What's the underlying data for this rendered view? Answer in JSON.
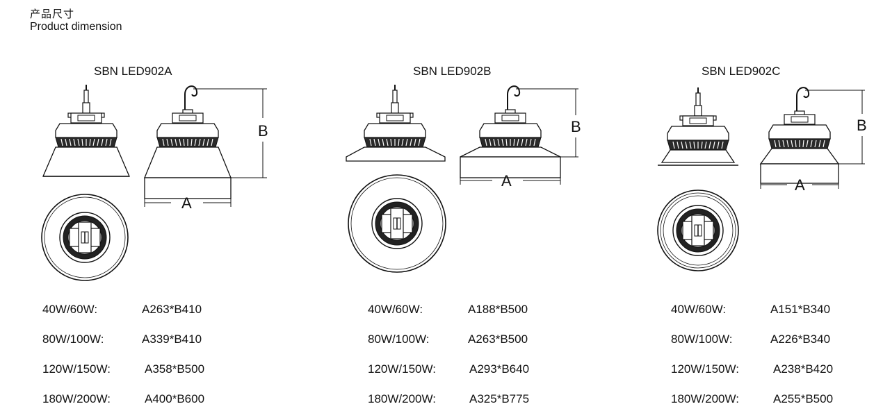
{
  "header": {
    "title_cn": "产品尺寸",
    "title_en": "Product dimension"
  },
  "dimension_labels": {
    "a": "A",
    "b": "B"
  },
  "models": [
    {
      "name": "SBN LED902A",
      "specs": [
        {
          "power": "40W/60W:",
          "size": "A263*B410"
        },
        {
          "power": "80W/100W:",
          "size": "A339*B410"
        },
        {
          "power": "120W/150W:",
          "size": "A358*B500"
        },
        {
          "power": "180W/200W:",
          "size": "A400*B600"
        }
      ]
    },
    {
      "name": "SBN LED902B",
      "specs": [
        {
          "power": "40W/60W:",
          "size": "A188*B500"
        },
        {
          "power": "80W/100W:",
          "size": "A263*B500"
        },
        {
          "power": "120W/150W:",
          "size": "A293*B640"
        },
        {
          "power": "180W/200W:",
          "size": "A325*B775"
        }
      ]
    },
    {
      "name": "SBN LED902C",
      "specs": [
        {
          "power": "40W/60W:",
          "size": "A151*B340"
        },
        {
          "power": "80W/100W:",
          "size": "A226*B340"
        },
        {
          "power": "120W/150W:",
          "size": "A238*B420"
        },
        {
          "power": "180W/200W:",
          "size": "A255*B500"
        }
      ]
    }
  ]
}
